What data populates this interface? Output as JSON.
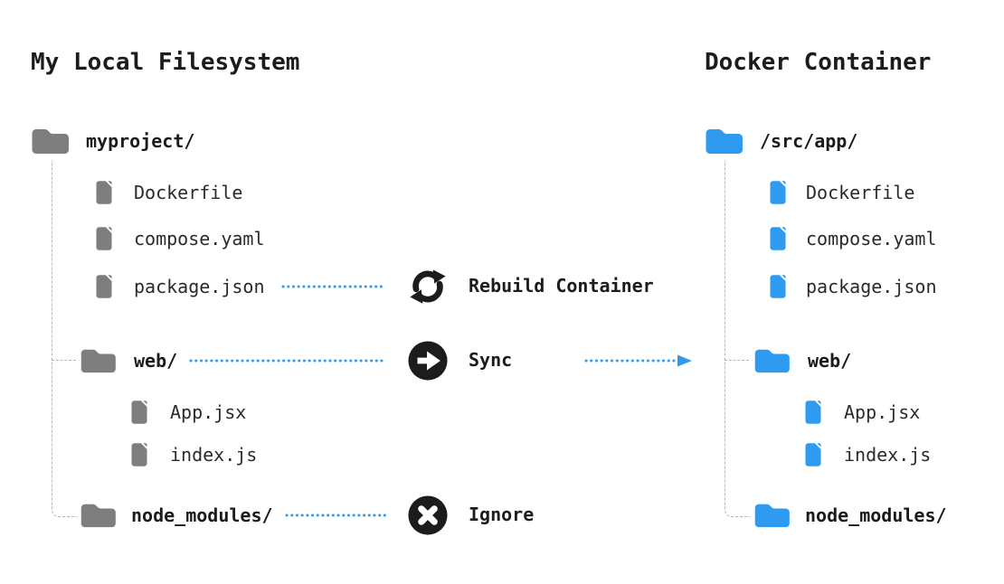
{
  "left": {
    "title": "My Local Filesystem",
    "items": [
      {
        "label": "myproject/",
        "kind": "folder"
      },
      {
        "label": "Dockerfile",
        "kind": "file"
      },
      {
        "label": "compose.yaml",
        "kind": "file"
      },
      {
        "label": "package.json",
        "kind": "file"
      },
      {
        "label": "web/",
        "kind": "folder"
      },
      {
        "label": "App.jsx",
        "kind": "file"
      },
      {
        "label": "index.js",
        "kind": "file"
      },
      {
        "label": "node_modules/",
        "kind": "folder"
      }
    ]
  },
  "right": {
    "title": "Docker Container",
    "items": [
      {
        "label": "/src/app/",
        "kind": "folder"
      },
      {
        "label": "Dockerfile",
        "kind": "file"
      },
      {
        "label": "compose.yaml",
        "kind": "file"
      },
      {
        "label": "package.json",
        "kind": "file"
      },
      {
        "label": "web/",
        "kind": "folder"
      },
      {
        "label": "App.jsx",
        "kind": "file"
      },
      {
        "label": "index.js",
        "kind": "file"
      },
      {
        "label": "node_modules/",
        "kind": "folder"
      }
    ]
  },
  "actions": {
    "rebuild": {
      "label": "Rebuild Container",
      "icon": "rebuild-arrows-icon"
    },
    "sync": {
      "label": "Sync",
      "icon": "sync-arrow-circle-icon"
    },
    "ignore": {
      "label": "Ignore",
      "icon": "ignore-x-circle-icon"
    }
  },
  "colors": {
    "local_gray": "#7e7e7e",
    "container_blue": "#2e9bf0",
    "ink": "#1c1c1e",
    "connector_gray": "#b3b3b3",
    "dotted_blue": "#2e9bf0"
  }
}
